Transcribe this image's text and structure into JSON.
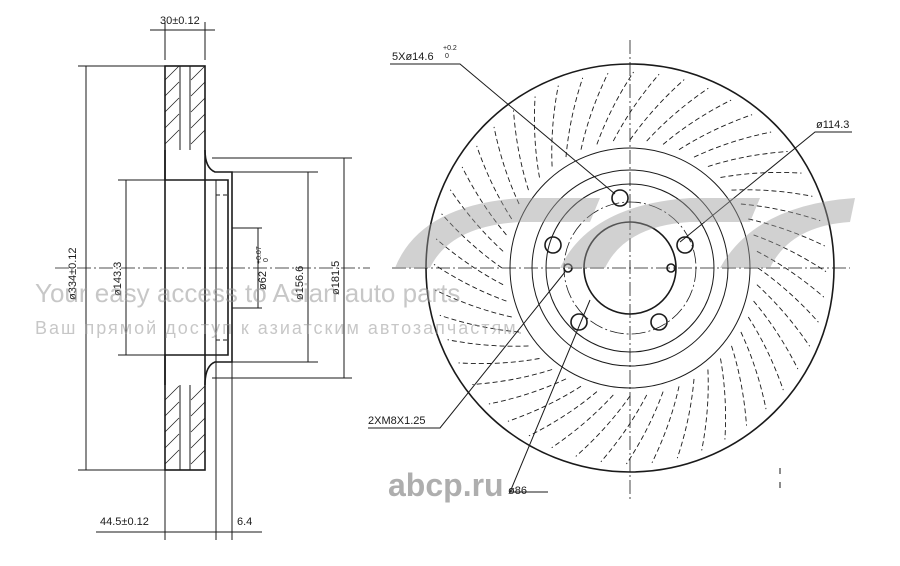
{
  "dimensions": {
    "disc_thickness": "30±0.12",
    "outer_diameter": "ø334±0.12",
    "hat_inner_diameter": "ø143.3",
    "center_bore": "ø62",
    "center_bore_tol_upper": "+0.07",
    "center_bore_tol_lower": "0",
    "hub_face_diameter": "ø156.6",
    "hat_outer_diameter": "ø181.5",
    "overall_height": "44.5±0.12",
    "hat_thickness": "6.4",
    "bolt_holes": "5Xø14.6",
    "bolt_holes_tol_upper": "+0.2",
    "bolt_holes_tol_lower": "0",
    "pcd": "ø114.3",
    "threaded_holes": "2XM8X1.25",
    "inner_diameter": "ø86"
  },
  "watermark": {
    "line_en": "Your easy access to Asian auto parts",
    "line_ru": "Ваш прямой доступ к азиатским автозапчастям.",
    "site": "abcp.ru"
  }
}
